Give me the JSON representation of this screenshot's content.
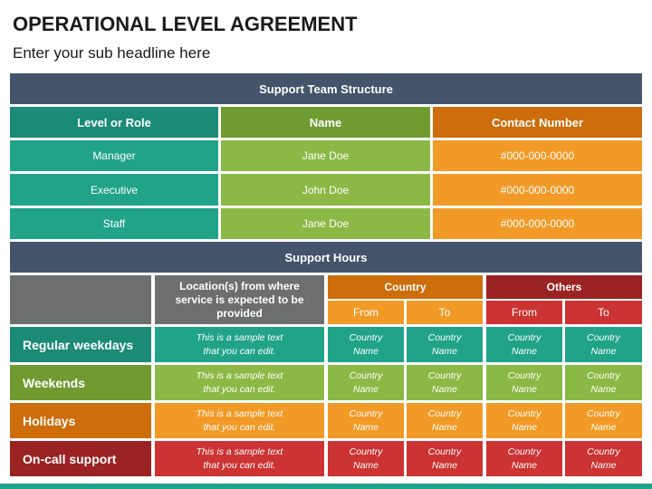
{
  "header": {
    "title": "OPERATIONAL LEVEL AGREEMENT",
    "subtitle": "Enter your sub headline here"
  },
  "team": {
    "section_title": "Support Team Structure",
    "columns": [
      "Level or Role",
      "Name",
      "Contact Number"
    ],
    "rows": [
      {
        "role": "Manager",
        "name": "Jane Doe",
        "contact": "#000-000-0000"
      },
      {
        "role": "Executive",
        "name": "John Doe",
        "contact": "#000-000-0000"
      },
      {
        "role": "Staff",
        "name": "Jane Doe",
        "contact": "#000-000-0000"
      }
    ]
  },
  "hours": {
    "section_title": "Support Hours",
    "location_header": "Location(s) from where service is expected to be provided",
    "country_header": "Country",
    "others_header": "Others",
    "from_label": "From",
    "to_label": "To",
    "sample_text_line1": "This is a sample text",
    "sample_text_line2": "that you can edit.",
    "country_name_line1": "Country",
    "country_name_line2": "Name",
    "rows": [
      {
        "label": "Regular weekdays"
      },
      {
        "label": "Weekends"
      },
      {
        "label": "Holidays"
      },
      {
        "label": "On-call support"
      }
    ]
  },
  "colors": {
    "navy": "#44546a",
    "teal": "#21a38a",
    "green": "#8bb945",
    "orange": "#f29a27",
    "red": "#cc3333",
    "gray": "#6d6e6e"
  }
}
